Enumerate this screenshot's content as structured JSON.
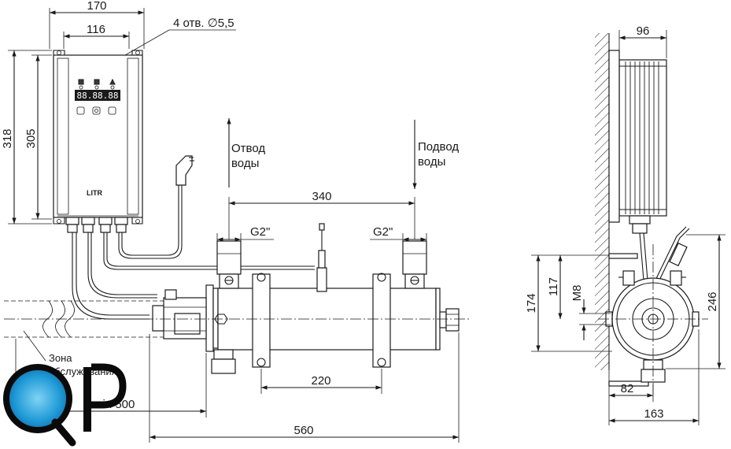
{
  "drawing": {
    "dimensions": {
      "width_170": "170",
      "width_116": "116",
      "holes_note": "4 отв. ∅5,5",
      "height_318": "318",
      "height_305": "305",
      "span_340": "340",
      "thread_left": "G2\"",
      "thread_right": "G2\"",
      "clamp_220": "220",
      "length_560": "560",
      "min_500": "min 500",
      "depth_96": "96",
      "height_174": "174",
      "height_117": "117",
      "mount_m8": "M8",
      "height_246": "246",
      "offset_82": "82",
      "width_163": "163"
    },
    "labels": {
      "outlet_line1": "Отвод",
      "outlet_line2": "воды",
      "inlet_line1": "Подвод",
      "inlet_line2": "воды",
      "service_line1": "Зона",
      "service_line2": "обслуживания",
      "brand": "LITR",
      "logo": "QP"
    }
  }
}
